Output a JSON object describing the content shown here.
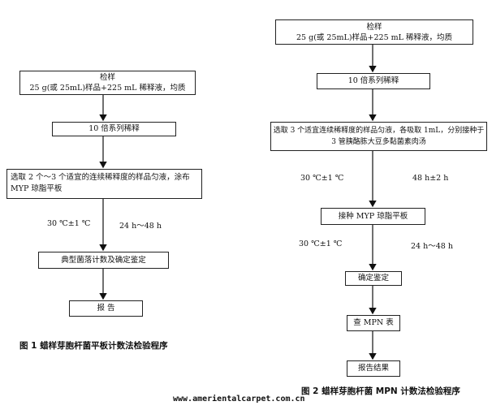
{
  "figure1": {
    "caption": "图 1   蜡样芽胞杆菌平板计数法检验程序",
    "step_sample_title": "检样",
    "step_sample_desc": "25 g(或 25mL)样品+225 mL 稀释液，均质",
    "step_dilution": "10 倍系列稀释",
    "step_plate_line1": "选取 2 个～3 个适宜的连续稀释度的样品匀液，涂布",
    "step_plate_line2": "MYP 琼脂平板",
    "cond_temp": "30 ℃±1 ℃",
    "cond_time": "24 h～48 h",
    "step_count": "典型菌落计数及确定鉴定",
    "step_report": "报  告"
  },
  "figure2": {
    "caption": "图 2  蜡样芽胞杆菌 MPN 计数法检验程序",
    "step_sample_title": "检样",
    "step_sample_desc": "25 g(或 25mL)样品+225 mL 稀释液，均质",
    "step_dilution": "10 倍系列稀释",
    "step_inoc_line1": "选取 3 个适宜连续稀释度的样品匀液，各吸取 1mL，分别接种于",
    "step_inoc_line2": "3 管胰酪胨大豆多黏菌素肉汤",
    "cond1_temp": "30 ℃±1 ℃",
    "cond1_time": "48 h±2 h",
    "step_myp": "接种 MYP 琼脂平板",
    "cond2_temp": "30 ℃±1 ℃",
    "cond2_time": "24 h～48 h",
    "step_confirm": "确定鉴定",
    "step_mpn": "查 MPN 表",
    "step_result": "报告结果"
  },
  "watermark": "www.amerientalcarpet.com.cn"
}
